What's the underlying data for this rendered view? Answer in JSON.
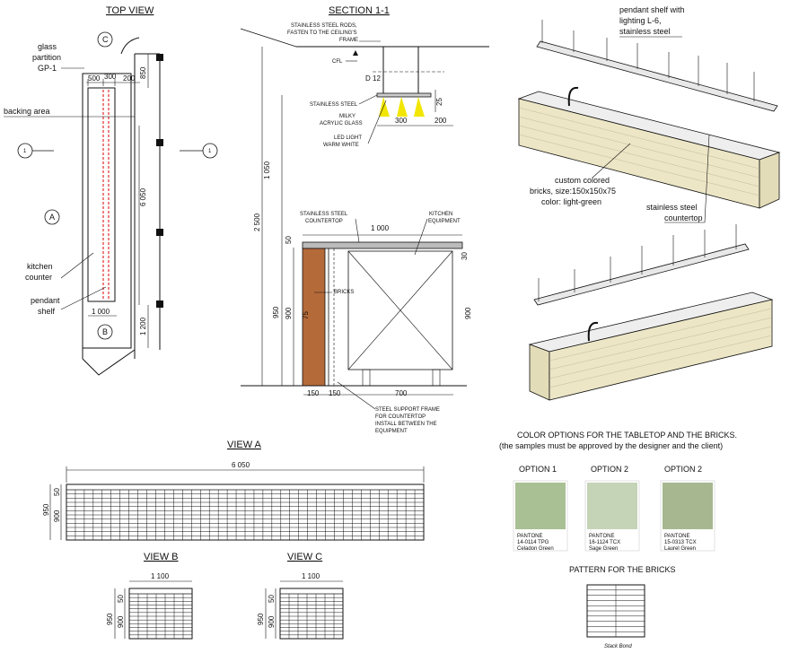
{
  "top_view": {
    "title": "TOP VIEW",
    "glass_partition": [
      "glass",
      "partition",
      "GP-1"
    ],
    "backing_area": "backing area",
    "kitchen_counter": [
      "kitchen",
      "counter"
    ],
    "pendant_shelf": [
      "pendant",
      "shelf"
    ],
    "markers": {
      "c": "C",
      "a": "A",
      "b": "B",
      "one_left": "1",
      "one_right": "1"
    },
    "dims": {
      "d500": "500",
      "d300": "300",
      "d200": "200",
      "d850": "850",
      "d6050": "6 050",
      "d1000": "1 000",
      "d1200": "1 200"
    }
  },
  "section": {
    "title": "SECTION 1-1",
    "rods": [
      "STAINLESS STEEL RODS,",
      "FASTEN TO THE CEILING'S",
      "FRAME"
    ],
    "cfl": "CFL",
    "d12": "D 12",
    "stainless_steel": "STAINLESS STEEL",
    "milky": [
      "MILKY",
      "ACRYLIC GLASS"
    ],
    "led": [
      "LED LIGHT",
      "WARM WHITE"
    ],
    "countertop": [
      "STAINLESS STEEL",
      "COUNTERTOP"
    ],
    "equipment": [
      "KITCHEN",
      "EQUIPMENT"
    ],
    "bricks": "BRICKS",
    "support": [
      "STEEL SUPPORT FRAME",
      "FOR COUNTERTOP",
      "INSTALL BETWEEN THE",
      "EQUIPMENT"
    ],
    "dims": {
      "d300": "300",
      "d200": "200",
      "d25": "25",
      "d1050": "1 050",
      "d2500": "2 500",
      "d1000": "1 000",
      "d50": "50",
      "d30": "30",
      "d950": "950",
      "d900": "900",
      "d75": "75",
      "d900r": "900",
      "d150a": "150",
      "d150b": "150",
      "d700": "700"
    }
  },
  "perspective": {
    "shelf_note": [
      "pendant shelf with",
      "lighting L-6,",
      "stainless steel"
    ],
    "bricks_note": [
      "custom colored",
      "bricks, size:150x150x75",
      "color: light-green"
    ],
    "countertop_note": [
      "stainless steel",
      "countertop"
    ]
  },
  "view_a": {
    "title": "VIEW A",
    "w": "6 050",
    "h950": "950",
    "h50": "50",
    "h900": "900"
  },
  "view_b": {
    "title": "VIEW B",
    "w": "1 100",
    "h950": "950",
    "h50": "50",
    "h900": "900"
  },
  "view_c": {
    "title": "VIEW C",
    "w": "1 100",
    "h950": "950",
    "h50": "50",
    "h900": "900"
  },
  "colors": {
    "heading": [
      "COLOR OPTIONS FOR THE TABLETOP AND THE BRICKS.",
      "(the samples must be approved by the designer and the client)"
    ],
    "options": [
      {
        "label": "OPTION 1",
        "brand": "PANTONE",
        "code": "14-0114 TPG",
        "name": "Celadon Green",
        "hex": "#a9bf94"
      },
      {
        "label": "OPTION 2",
        "brand": "PANTONE",
        "code": "16-1124 TCX",
        "name": "Sage Green",
        "hex": "#c5d3b7"
      },
      {
        "label": "OPTION 2",
        "brand": "PANTONE",
        "code": "15-0313 TCX",
        "name": "Laurel Green",
        "hex": "#a7b890"
      }
    ]
  },
  "pattern": {
    "title": "PATTERN FOR THE BRICKS",
    "caption": "Stack Bond"
  }
}
